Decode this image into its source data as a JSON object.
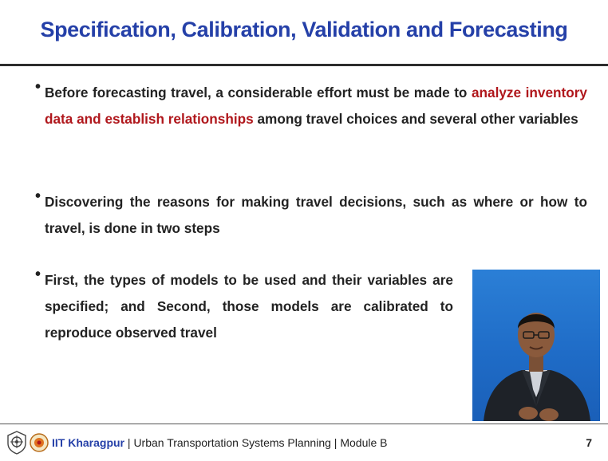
{
  "slide": {
    "title": "Specification, Calibration, Validation and Forecasting",
    "bullets": [
      {
        "before": "Before forecasting travel, a considerable effort must be made to ",
        "highlight": "analyze inventory data and establish relationships",
        "after": " among travel choices and several other variables"
      },
      {
        "text": "Discovering the reasons for making travel decisions, such as where or how to travel, is done in two steps"
      },
      {
        "text": "First, the types of models to be used and their variables are specified; and Second, those models are calibrated to reproduce observed travel"
      }
    ]
  },
  "footer": {
    "institution": "IIT Kharagpur",
    "separator1": " | ",
    "course": "Urban Transportation Systems Planning",
    "separator2": " | ",
    "module": "Module B",
    "page_number": "7"
  },
  "icons": {
    "logo_left": "iit-kharagpur-emblem-icon",
    "logo_right": "nptel-emblem-icon",
    "bullet": "bullet-dot-icon"
  },
  "colors": {
    "title": "#2540a8",
    "highlight": "#b0171c",
    "video_background": "#2b7fd6"
  }
}
